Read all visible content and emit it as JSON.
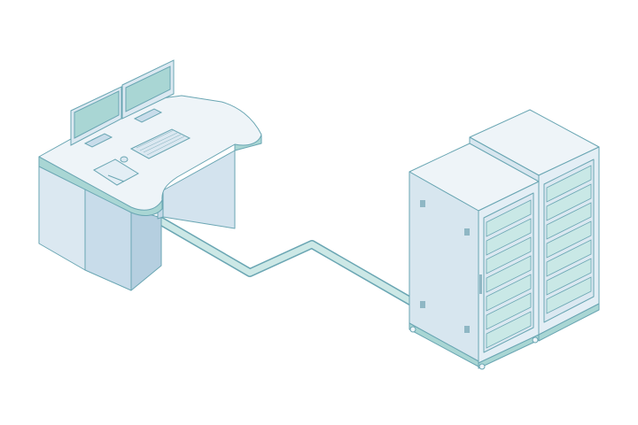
{
  "scene": {
    "description_visible_text": "",
    "elements": {
      "workstation": {
        "monitors": 2,
        "keyboard": true,
        "mouse": true,
        "tablet": true
      },
      "cable": {
        "connects": [
          "workstation",
          "server-racks"
        ]
      },
      "server_racks": {
        "count": 2,
        "drive_bays_per_rack": 7
      }
    },
    "colors": {
      "outline": "#6aa6b3",
      "surface_top": "#eef4f8",
      "surface_side": "#d7e6ef",
      "surface_dark": "#bcd4e2",
      "cable": "#b7dcdc",
      "screen": "#a9d6d4",
      "bay": "#c9e8e6"
    }
  }
}
